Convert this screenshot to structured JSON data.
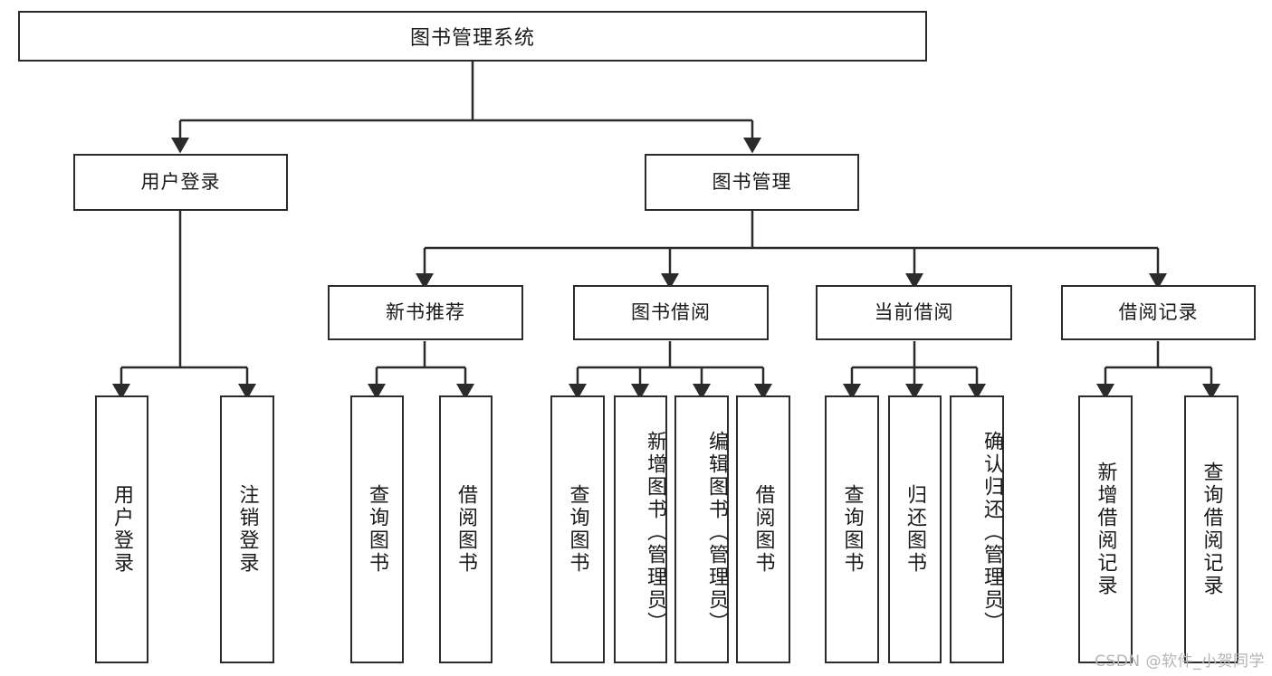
{
  "diagram": {
    "title": "图书管理系统",
    "root": {
      "label": "图书管理系统"
    },
    "level2": [
      {
        "label": "用户登录"
      },
      {
        "label": "图书管理"
      }
    ],
    "level3": [
      {
        "label": "新书推荐"
      },
      {
        "label": "图书借阅"
      },
      {
        "label": "当前借阅"
      },
      {
        "label": "借阅记录"
      }
    ],
    "leaves": [
      {
        "label": "用户登录"
      },
      {
        "label": "注销登录"
      },
      {
        "label": "查询图书"
      },
      {
        "label": "借阅图书"
      },
      {
        "label": "查询图书"
      },
      {
        "label": "新增图书（管理员）"
      },
      {
        "label": "编辑图书（管理员）"
      },
      {
        "label": "借阅图书"
      },
      {
        "label": "查询图书"
      },
      {
        "label": "归还图书"
      },
      {
        "label": "确认归还（管理员）"
      },
      {
        "label": "新增借阅记录"
      },
      {
        "label": "查询借阅记录"
      }
    ],
    "watermark": "CSDN @软件_小贺同学",
    "colors": {
      "stroke": "#2b2b2b",
      "fill": "#ffffff",
      "text": "#1a1a1a",
      "watermark": "#b5b5b5"
    }
  }
}
